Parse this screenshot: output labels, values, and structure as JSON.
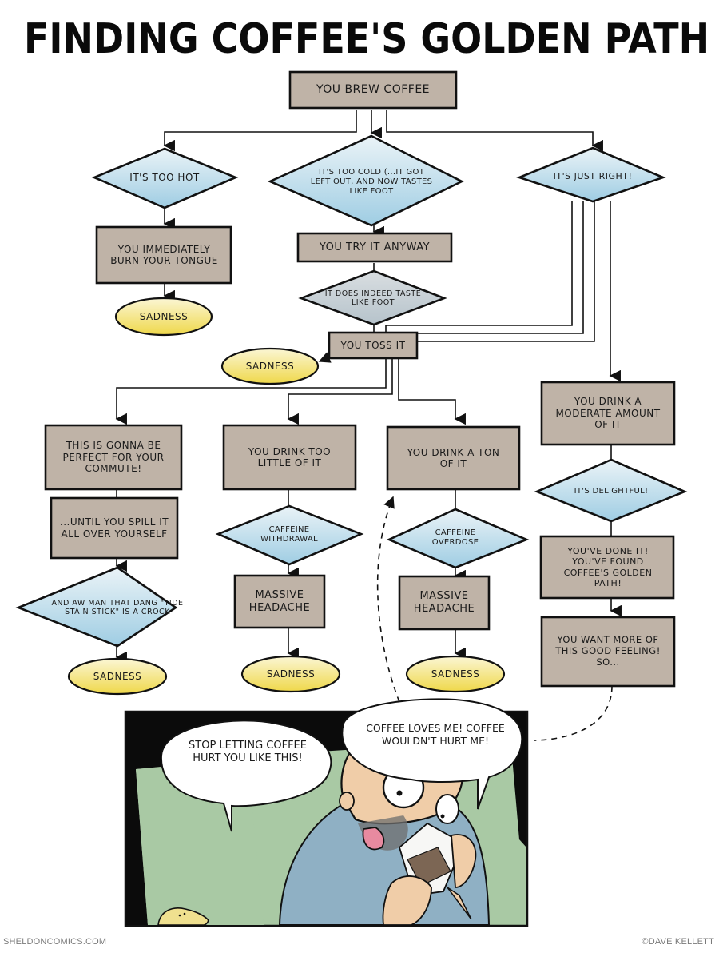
{
  "title": "Finding Coffee's Golden Path",
  "colors": {
    "process_fill": "#bfb3a7",
    "decision_fill": "#bcdbe8",
    "decision_fill_gray": "#c7cfd4",
    "terminal_fill": "#f3e07a",
    "outline": "#111111",
    "panel_background": "#a9c9a4",
    "panel_black": "#0b0b0b",
    "shirt": "#8fb0c4",
    "skin": "#f0cda8"
  },
  "flowchart": {
    "start": "You brew coffee",
    "branches": {
      "hot": {
        "decision": "It's too hot",
        "step": "You immediately burn your tongue",
        "end": "Sadness"
      },
      "cold": {
        "decision": "It's too cold (...it got left out, and now tastes like foot",
        "step": "You try it anyway",
        "decision2": "It does indeed taste like foot",
        "step2": "You toss it",
        "end": "Sadness"
      },
      "just_right": {
        "decision": "It's just right!",
        "commute": {
          "step": "This is gonna be perfect for your commute!",
          "step2": "...until you spill it all over yourself",
          "decision": "And aw man that dang \"Tide stain stick\" is a crock",
          "end": "Sadness"
        },
        "too_little": {
          "step": "You drink too little of it",
          "decision": "Caffeine withdrawal",
          "step2": "Massive headache",
          "end": "Sadness"
        },
        "a_ton": {
          "step": "You drink a ton of it",
          "decision": "Caffeine overdose",
          "step2": "Massive headache",
          "end": "Sadness"
        },
        "moderate": {
          "step": "You drink a moderate amount of it",
          "decision": "It's delightful!",
          "step2": "You've done it! You've found coffee's golden path!",
          "step3": "You want more of this good feeling! So..."
        }
      }
    }
  },
  "panel": {
    "bubble_left": "Stop letting coffee hurt you like this!",
    "bubble_right": "Coffee loves me! Coffee wouldn't hurt me!"
  },
  "footer": {
    "site": "SHELDONCOMICS.COM",
    "credit": "©DAVE KELLETT"
  }
}
